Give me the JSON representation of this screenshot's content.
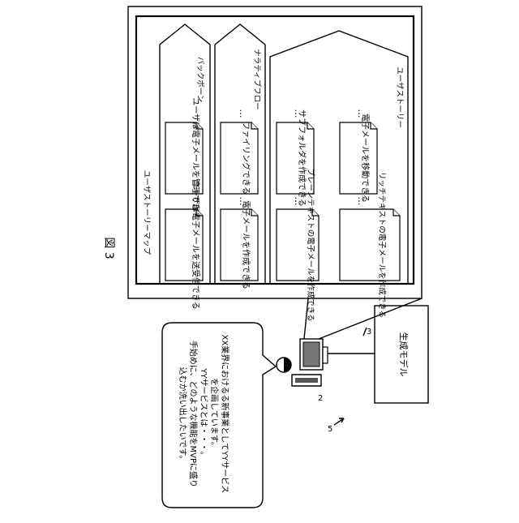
{
  "figure": {
    "title": "図 3"
  },
  "story_map": {
    "title": "ユーザストーリーマップ",
    "columns": [
      {
        "label": "バックボーン",
        "cards": [
          "ユーザは電子メールを管理できる",
          "ユーザは電子メールを送受信できる"
        ],
        "has_more_top": false,
        "has_more_between": false
      },
      {
        "label": "ナラティブフロー",
        "cards": [
          "ファイリングできる",
          "電子メールを作成できる"
        ],
        "has_more_top": true,
        "has_more_between": true
      }
    ],
    "user_story_label": "ユーザストーリー",
    "user_story_columns": [
      {
        "cards": [
          "サブフォルダを作成できる",
          "プレーンテキストの電子メールを作成できる"
        ]
      },
      {
        "cards": [
          "電子メールを移動できる",
          "リッチテキストの電子メールを作成できる"
        ]
      }
    ],
    "ellipsis": "…"
  },
  "speech_bubble": {
    "lines": [
      "XX業界におけるる新事業としてYYサービス",
      "を企画しています。",
      "YYサービスとは・・・。",
      "手始めに、どのような機能をMVPに盛り",
      "込むか洗い出したいです。"
    ]
  },
  "generation_model": {
    "label": "生成モデル",
    "ref": "3"
  },
  "refs": {
    "computer": "2",
    "system": "5"
  }
}
